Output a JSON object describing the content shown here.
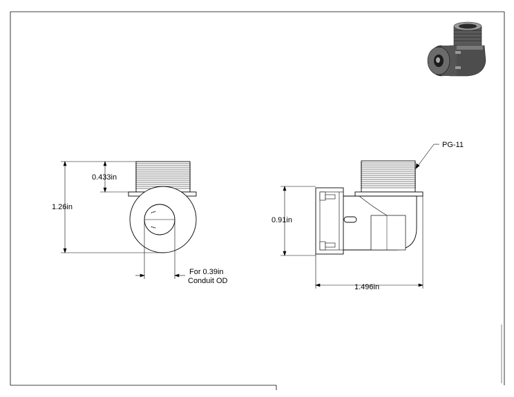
{
  "views": {
    "front": {
      "dim_thread_height": "0.433in",
      "dim_total_height": "1.26in",
      "note_line1": "For 0.39in",
      "note_line2": "Conduit OD"
    },
    "side": {
      "thread_callout": "PG-11",
      "dim_body_height": "0.91in",
      "dim_total_width": "1.496in"
    }
  },
  "iso_view": {
    "label": ""
  },
  "colors": {
    "line": "#000000",
    "part_fill": "#ffffff",
    "thumb_dark": "#3a3a3a",
    "thumb_mid": "#6b6b6b",
    "thumb_light": "#a8a8a8"
  }
}
